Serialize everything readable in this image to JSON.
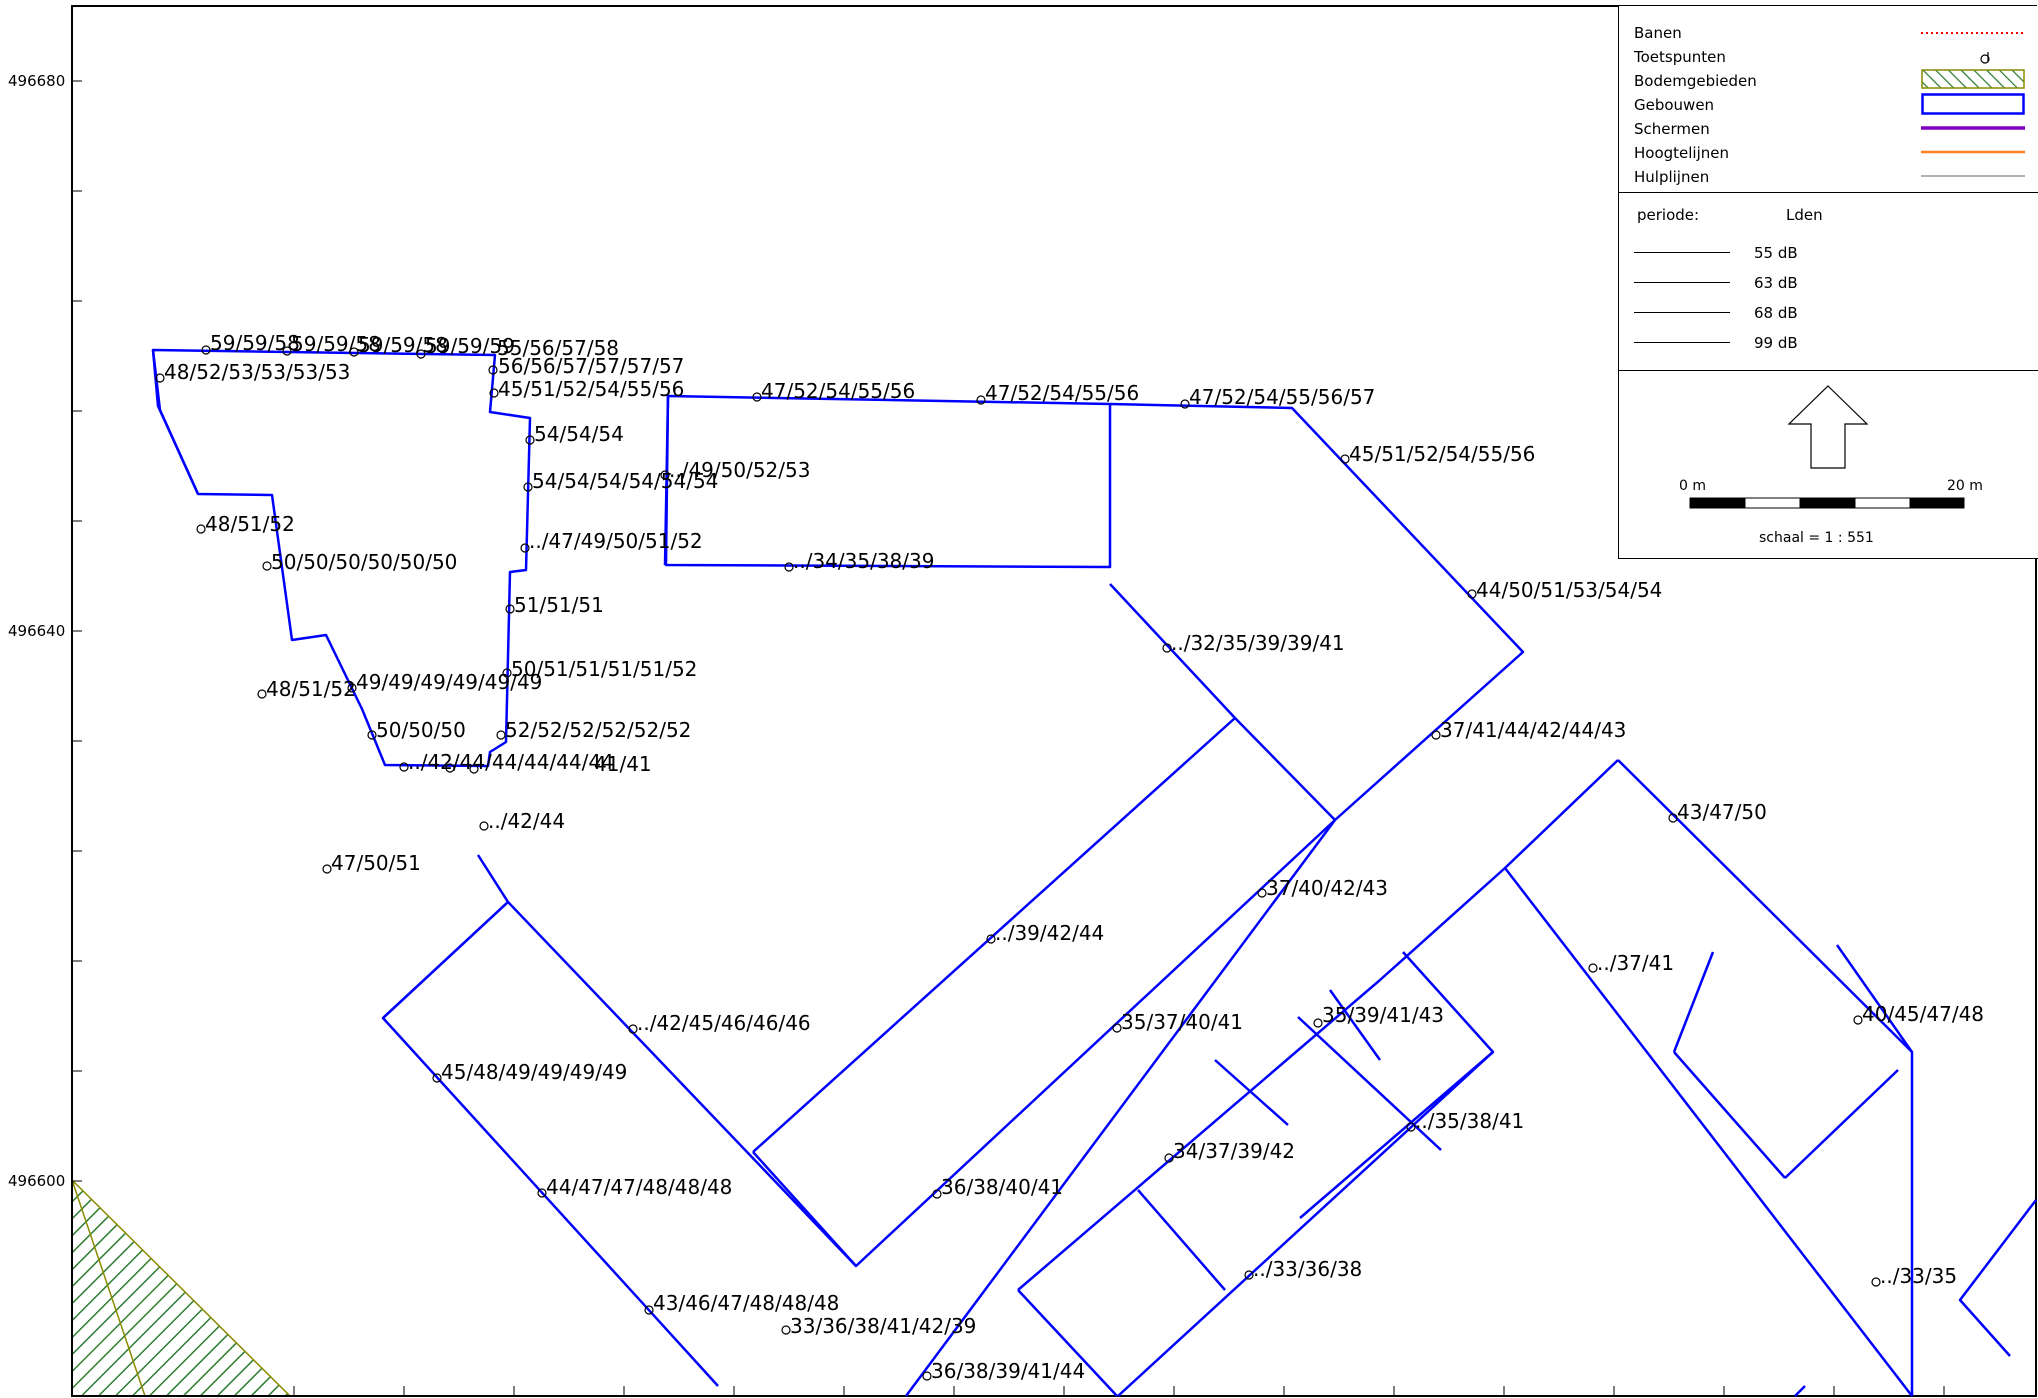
{
  "map": {
    "y_ticks": [
      "496680",
      "496640",
      "496600"
    ],
    "colors": {
      "buildings": "#0000ff",
      "ground": "#2e7d32",
      "ground_outline": "#8a8a00"
    },
    "labels": [
      "59/59/58",
      "59/59/58",
      "59/59/58",
      "59/59/59",
      "55/56/57/58",
      "48/52/53/53/53/53",
      "56/56/57/57/57/57",
      "45/51/52/54/55/56",
      "47/52/54/55/56",
      "47/52/54/55/56",
      "47/52/54/55/56/57",
      "45/51/52/54/55/56",
      "54/54/54",
      "54/54/54/54/54/54",
      "../49/50/52/53",
      "48/51/52",
      "../47/49/50/51/52",
      "50/50/50/50/50/50",
      "../34/35/38/39",
      "44/50/51/53/54/54",
      "51/51/51",
      "../32/35/39/39/41",
      "50/51/51/51/51/52",
      "48/51/52",
      "49/49/49/49/49/49",
      "37/41/44/42/44/43",
      "52/52/52/52/52/52",
      "50/50/50",
      "../42/44/44/44/44/44",
      "41/41",
      "43/47/50",
      "../42/44",
      "47/50/51",
      "37/40/42/43",
      "../39/42/44",
      "../37/41",
      "../42/45/46/46/46",
      "35/37/40/41",
      "35/39/41/43",
      "40/45/47/48",
      "45/48/49/49/49/49",
      "../35/38/41",
      "34/37/39/42",
      "44/47/47/48/48/48",
      "36/38/40/41",
      "../33/36/38",
      "../33/35",
      "43/46/47/48/48/48",
      "33/36/38/41/42/39",
      "36/38/39/41/44"
    ]
  },
  "legend": {
    "items": [
      {
        "label": "Banen",
        "symbol": "red-dotted-line"
      },
      {
        "label": "Toetspunten",
        "symbol": "test-point-icon"
      },
      {
        "label": "Bodemgebieden",
        "symbol": "hatched-area"
      },
      {
        "label": "Gebouwen",
        "symbol": "blue-rectangle"
      },
      {
        "label": "Schermen",
        "symbol": "purple-line"
      },
      {
        "label": "Hoogtelijnen",
        "symbol": "orange-line"
      },
      {
        "label": "Hulplijnen",
        "symbol": "gray-line"
      }
    ],
    "colors": {
      "banen": "#ff0000",
      "schermen": "#8000c0",
      "hoogtelijnen": "#ff8020",
      "hulplijnen": "#999999",
      "gebouwen": "#0000ff"
    },
    "periode_label": "periode:",
    "periode_value": "Lden",
    "db_levels": [
      "55 dB",
      "63 dB",
      "68 dB",
      "99 dB"
    ],
    "north_arrow": "north-arrow-icon",
    "scale_start": "0 m",
    "scale_end": "20 m",
    "scale_text": "schaal = 1 : 551"
  }
}
